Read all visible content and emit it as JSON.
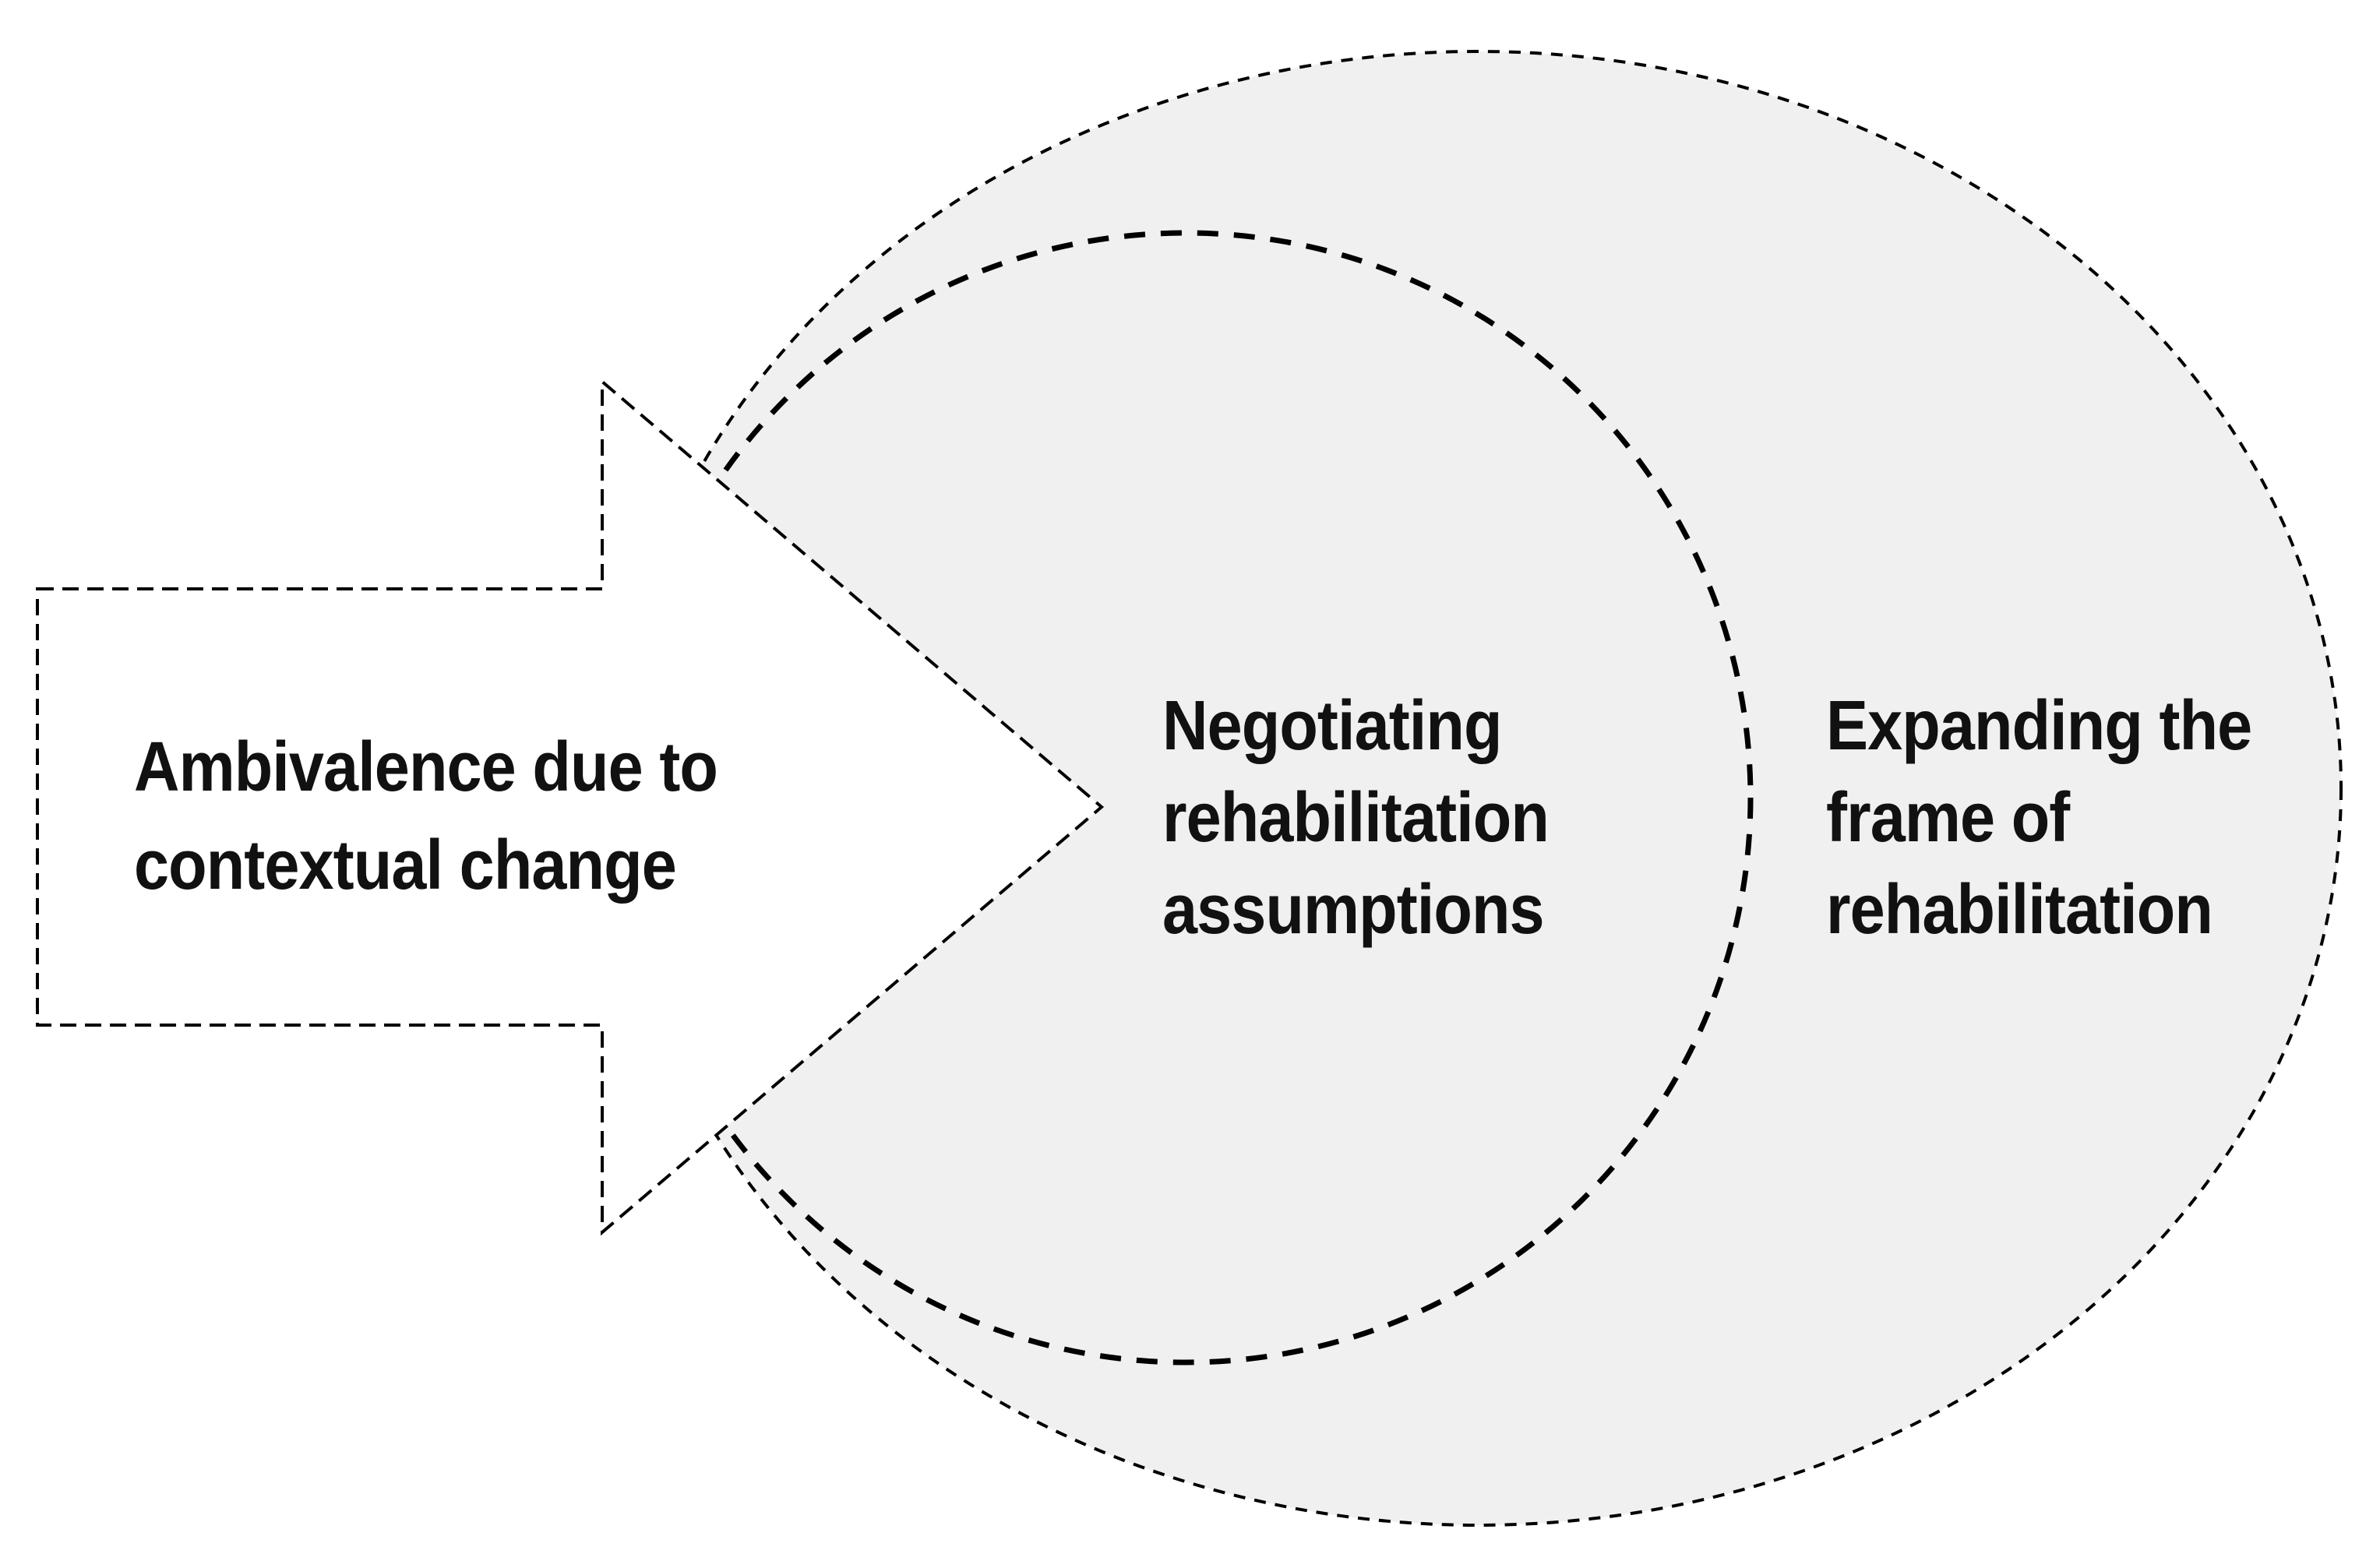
{
  "figure": {
    "type": "conceptual-diagram",
    "background_color": "#ffffff",
    "stroke_color": "#000000",
    "text_color": "#111111",
    "arrow": {
      "label": "Ambivalence due to\ncontextual change",
      "fill": "#ffffff",
      "border_style": "dashed"
    },
    "inner_circle": {
      "label": "Negotiating\nrehabilitation\nassumptions",
      "fill": "none",
      "border_style": "dashed-heavy"
    },
    "outer_ellipse": {
      "label": "Expanding the\nframe of\nrehabilitation",
      "fill": "#f0f0f0",
      "border_style": "dashed-fine"
    }
  }
}
